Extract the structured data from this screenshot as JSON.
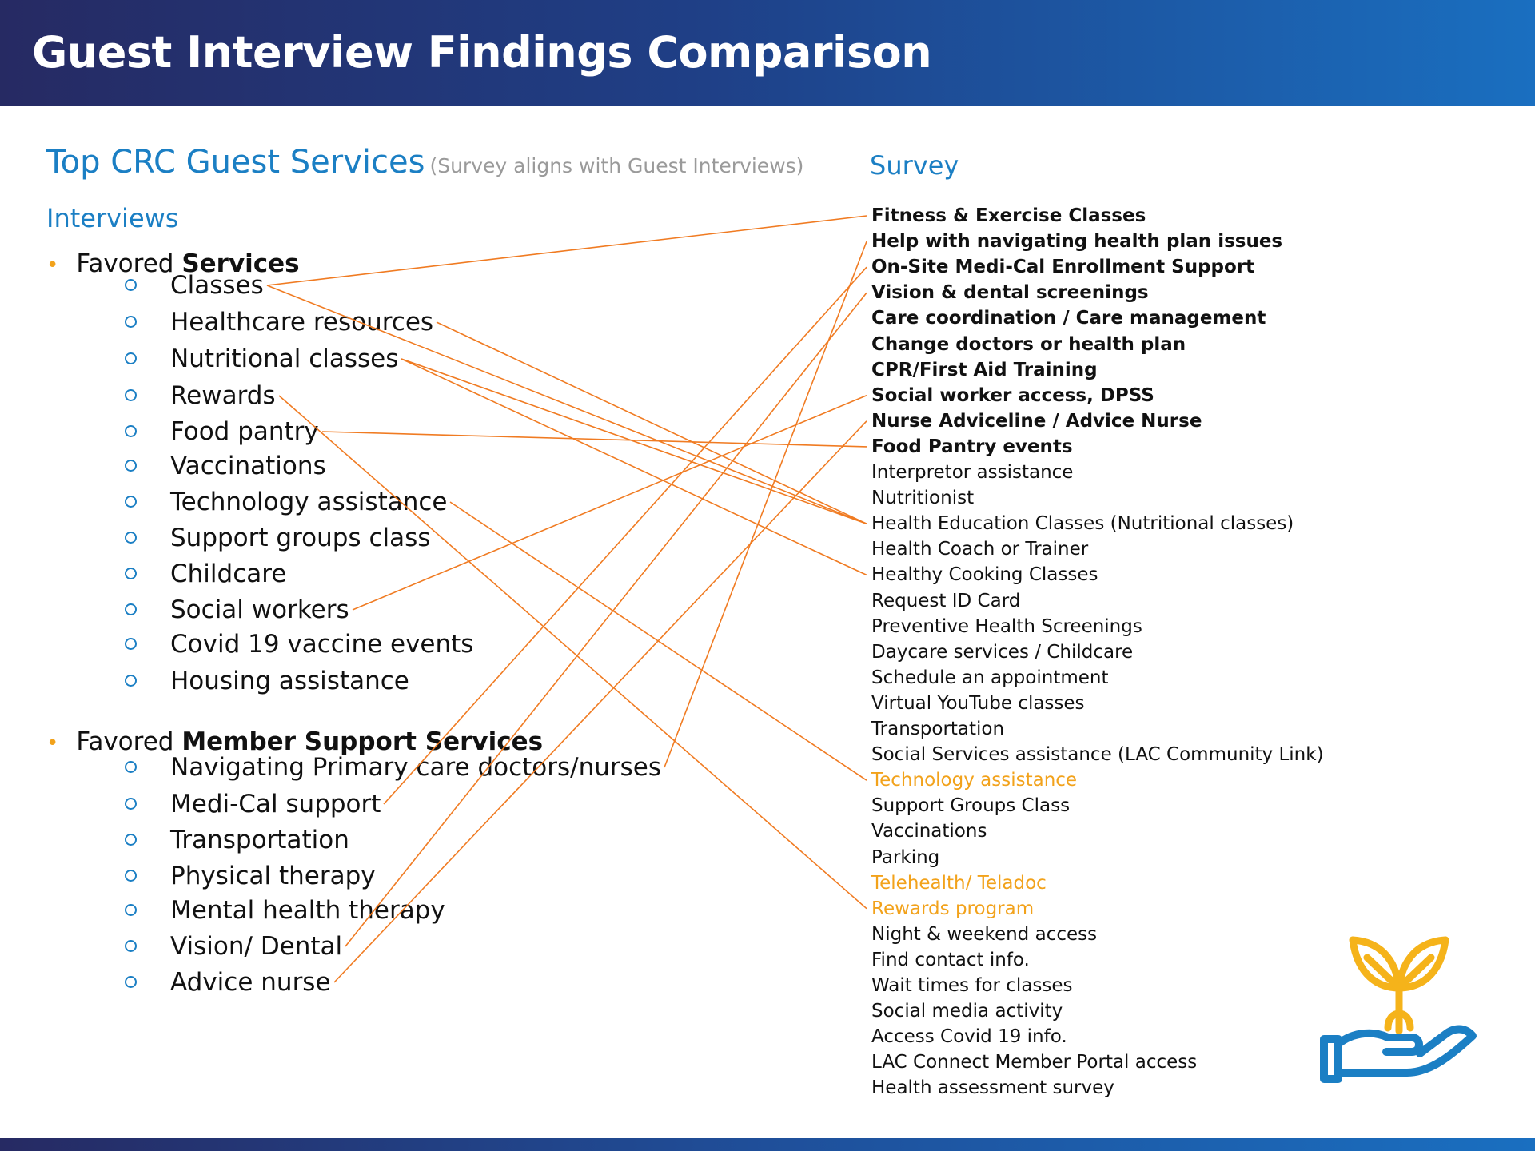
{
  "header": {
    "title": "Guest Interview Findings Comparison"
  },
  "section": {
    "title": "Top CRC Guest Services",
    "subtitle": "(Survey aligns with Guest Interviews)",
    "interviews_label": "Interviews",
    "survey_label": "Survey"
  },
  "groups": [
    {
      "prefix": "Favored ",
      "bold": "Services",
      "items": [
        "Classes",
        "Healthcare resources",
        "Nutritional classes",
        "Rewards",
        "Food pantry",
        "Vaccinations",
        "Technology assistance",
        "Support groups class",
        "Childcare",
        "Social workers",
        "Covid 19 vaccine events",
        "Housing assistance"
      ]
    },
    {
      "prefix": "Favored ",
      "bold": "Member Support Services",
      "items": [
        "Navigating Primary care doctors/nurses",
        "Medi-Cal support",
        "Transportation",
        "Physical therapy",
        "Mental health therapy",
        "Vision/ Dental",
        "Advice nurse"
      ]
    }
  ],
  "survey": [
    {
      "text": "Fitness & Exercise Classes",
      "style": "bold"
    },
    {
      "text": "Help with navigating health plan issues",
      "style": "bold"
    },
    {
      "text": "On-Site Medi-Cal Enrollment Support",
      "style": "bold"
    },
    {
      "text": "Vision & dental screenings",
      "style": "bold"
    },
    {
      "text": "Care coordination / Care management",
      "style": "bold"
    },
    {
      "text": "Change doctors or health plan",
      "style": "bold"
    },
    {
      "text": "CPR/First Aid Training",
      "style": "bold"
    },
    {
      "text": "Social worker access, DPSS",
      "style": "bold"
    },
    {
      "text": "Nurse Adviceline / Advice Nurse",
      "style": "bold"
    },
    {
      "text": "Food Pantry events",
      "style": "bold"
    },
    {
      "text": "Interpretor assistance",
      "style": "normal"
    },
    {
      "text": "Nutritionist",
      "style": "normal"
    },
    {
      "text": "Health Education Classes (Nutritional classes)",
      "style": "normal"
    },
    {
      "text": "Health Coach or Trainer",
      "style": "normal"
    },
    {
      "text": "Healthy Cooking Classes",
      "style": "normal"
    },
    {
      "text": "Request ID Card",
      "style": "normal"
    },
    {
      "text": "Preventive Health Screenings",
      "style": "normal"
    },
    {
      "text": "Daycare services / Childcare",
      "style": "normal"
    },
    {
      "text": "Schedule an appointment",
      "style": "normal"
    },
    {
      "text": "Virtual YouTube classes",
      "style": "normal"
    },
    {
      "text": "Transportation",
      "style": "normal"
    },
    {
      "text": "Social Services assistance (LAC Community Link)",
      "style": "normal"
    },
    {
      "text": "Technology assistance",
      "style": "orange"
    },
    {
      "text": "Support Groups Class",
      "style": "normal"
    },
    {
      "text": "Vaccinations",
      "style": "normal"
    },
    {
      "text": "Parking",
      "style": "normal"
    },
    {
      "text": "Telehealth/ Teladoc",
      "style": "orange"
    },
    {
      "text": "Rewards program",
      "style": "orange"
    },
    {
      "text": "Night & weekend access",
      "style": "normal"
    },
    {
      "text": "Find contact info.",
      "style": "normal"
    },
    {
      "text": "Wait times for classes",
      "style": "normal"
    },
    {
      "text": "Social media activity",
      "style": "normal"
    },
    {
      "text": "Access Covid 19 info.",
      "style": "normal"
    },
    {
      "text": "LAC Connect Member Portal access",
      "style": "normal"
    },
    {
      "text": "Health assessment survey",
      "style": "normal"
    }
  ],
  "connections": [
    {
      "from": [
        0,
        0
      ],
      "to": 0
    },
    {
      "from": [
        0,
        0
      ],
      "to": 12
    },
    {
      "from": [
        0,
        1
      ],
      "to": 12
    },
    {
      "from": [
        0,
        2
      ],
      "to": 12
    },
    {
      "from": [
        0,
        2
      ],
      "to": 14
    },
    {
      "from": [
        0,
        3
      ],
      "to": 27
    },
    {
      "from": [
        0,
        4
      ],
      "to": 9
    },
    {
      "from": [
        0,
        6
      ],
      "to": 22
    },
    {
      "from": [
        0,
        9
      ],
      "to": 7
    },
    {
      "from": [
        1,
        0
      ],
      "to": 1
    },
    {
      "from": [
        1,
        1
      ],
      "to": 2
    },
    {
      "from": [
        1,
        5
      ],
      "to": 3
    },
    {
      "from": [
        1,
        6
      ],
      "to": 8
    }
  ],
  "colors": {
    "accent_blue": "#1b7fc4",
    "accent_orange": "#f2a21b",
    "connector": "#f07b22"
  },
  "logo_icon": "hand-with-sprout-icon"
}
